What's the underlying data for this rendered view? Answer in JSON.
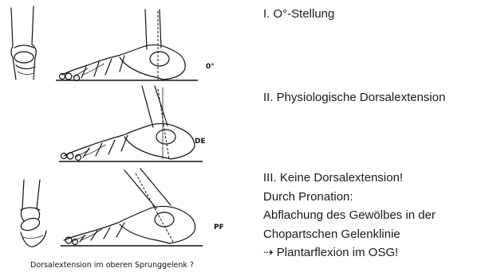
{
  "figure": {
    "stage_tags": [
      "0°",
      "DE",
      "PF"
    ],
    "caption": "Dorsalextension im oberen Sprunggelenk ?"
  },
  "notes": {
    "stage_1": "I. O°-Stellung",
    "stage_2": "II. Physiologische Dorsalextension",
    "stage_3": [
      "III. Keine Dorsalextension!",
      "Durch Pronation:",
      "Abflachung des Gewölbes in der",
      "Chopartschen Gelenklinie",
      "⇢ Plantarflexion im OSG!"
    ]
  }
}
